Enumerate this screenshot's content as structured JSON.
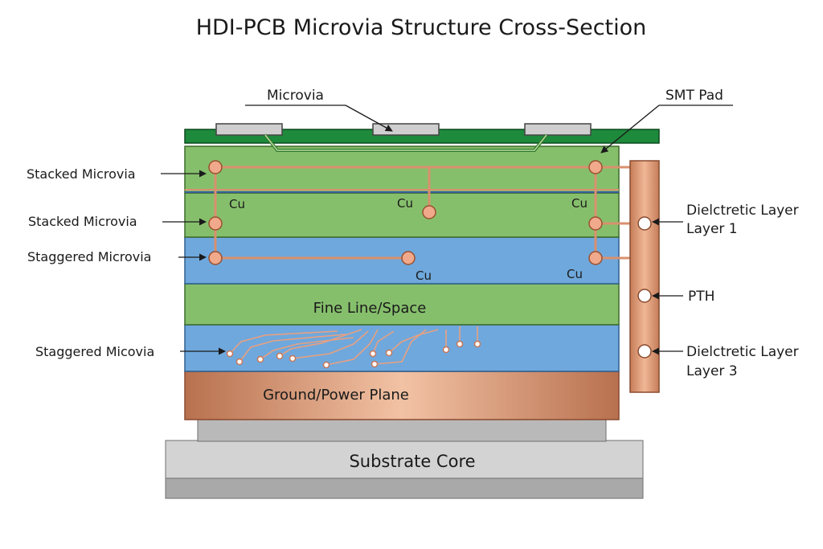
{
  "title": "HDI-PCB Microvia Structure Cross-Section",
  "labels": {
    "microvia": "Microvia",
    "smt_pad": "SMT Pad",
    "stacked_1": "Stacked Microvia",
    "stacked_2": "Stacked Microvia",
    "staggered_1": "Staggered Microvia",
    "staggered_2": "Staggered Micovia",
    "dielectric_1_line1": "Dielctretic Layer",
    "dielectric_1_line2": "Layer 1",
    "pth": "PTH",
    "dielectric_3_line1": "Dielctretic Layer",
    "dielectric_3_line2": "Layer 3",
    "fine_line": "Fine Line/Space",
    "ground_plane": "Ground/Power Plane",
    "substrate": "Substrate Core",
    "cu_1": "Cu",
    "cu_2": "Cu",
    "cu_3": "Cu",
    "cu_4": "Cu",
    "cu_5": "Cu"
  },
  "colors": {
    "solder_mask": "#1e8a3c",
    "dielectric_green": "#86bf6c",
    "dielectric_blue": "#6fa8dc",
    "copper": "#d9906e",
    "copper_dark": "#b06a48",
    "pad": "#cfcfcf",
    "substrate": "#cfcfcf",
    "substrate_dark": "#a9a9a9"
  }
}
